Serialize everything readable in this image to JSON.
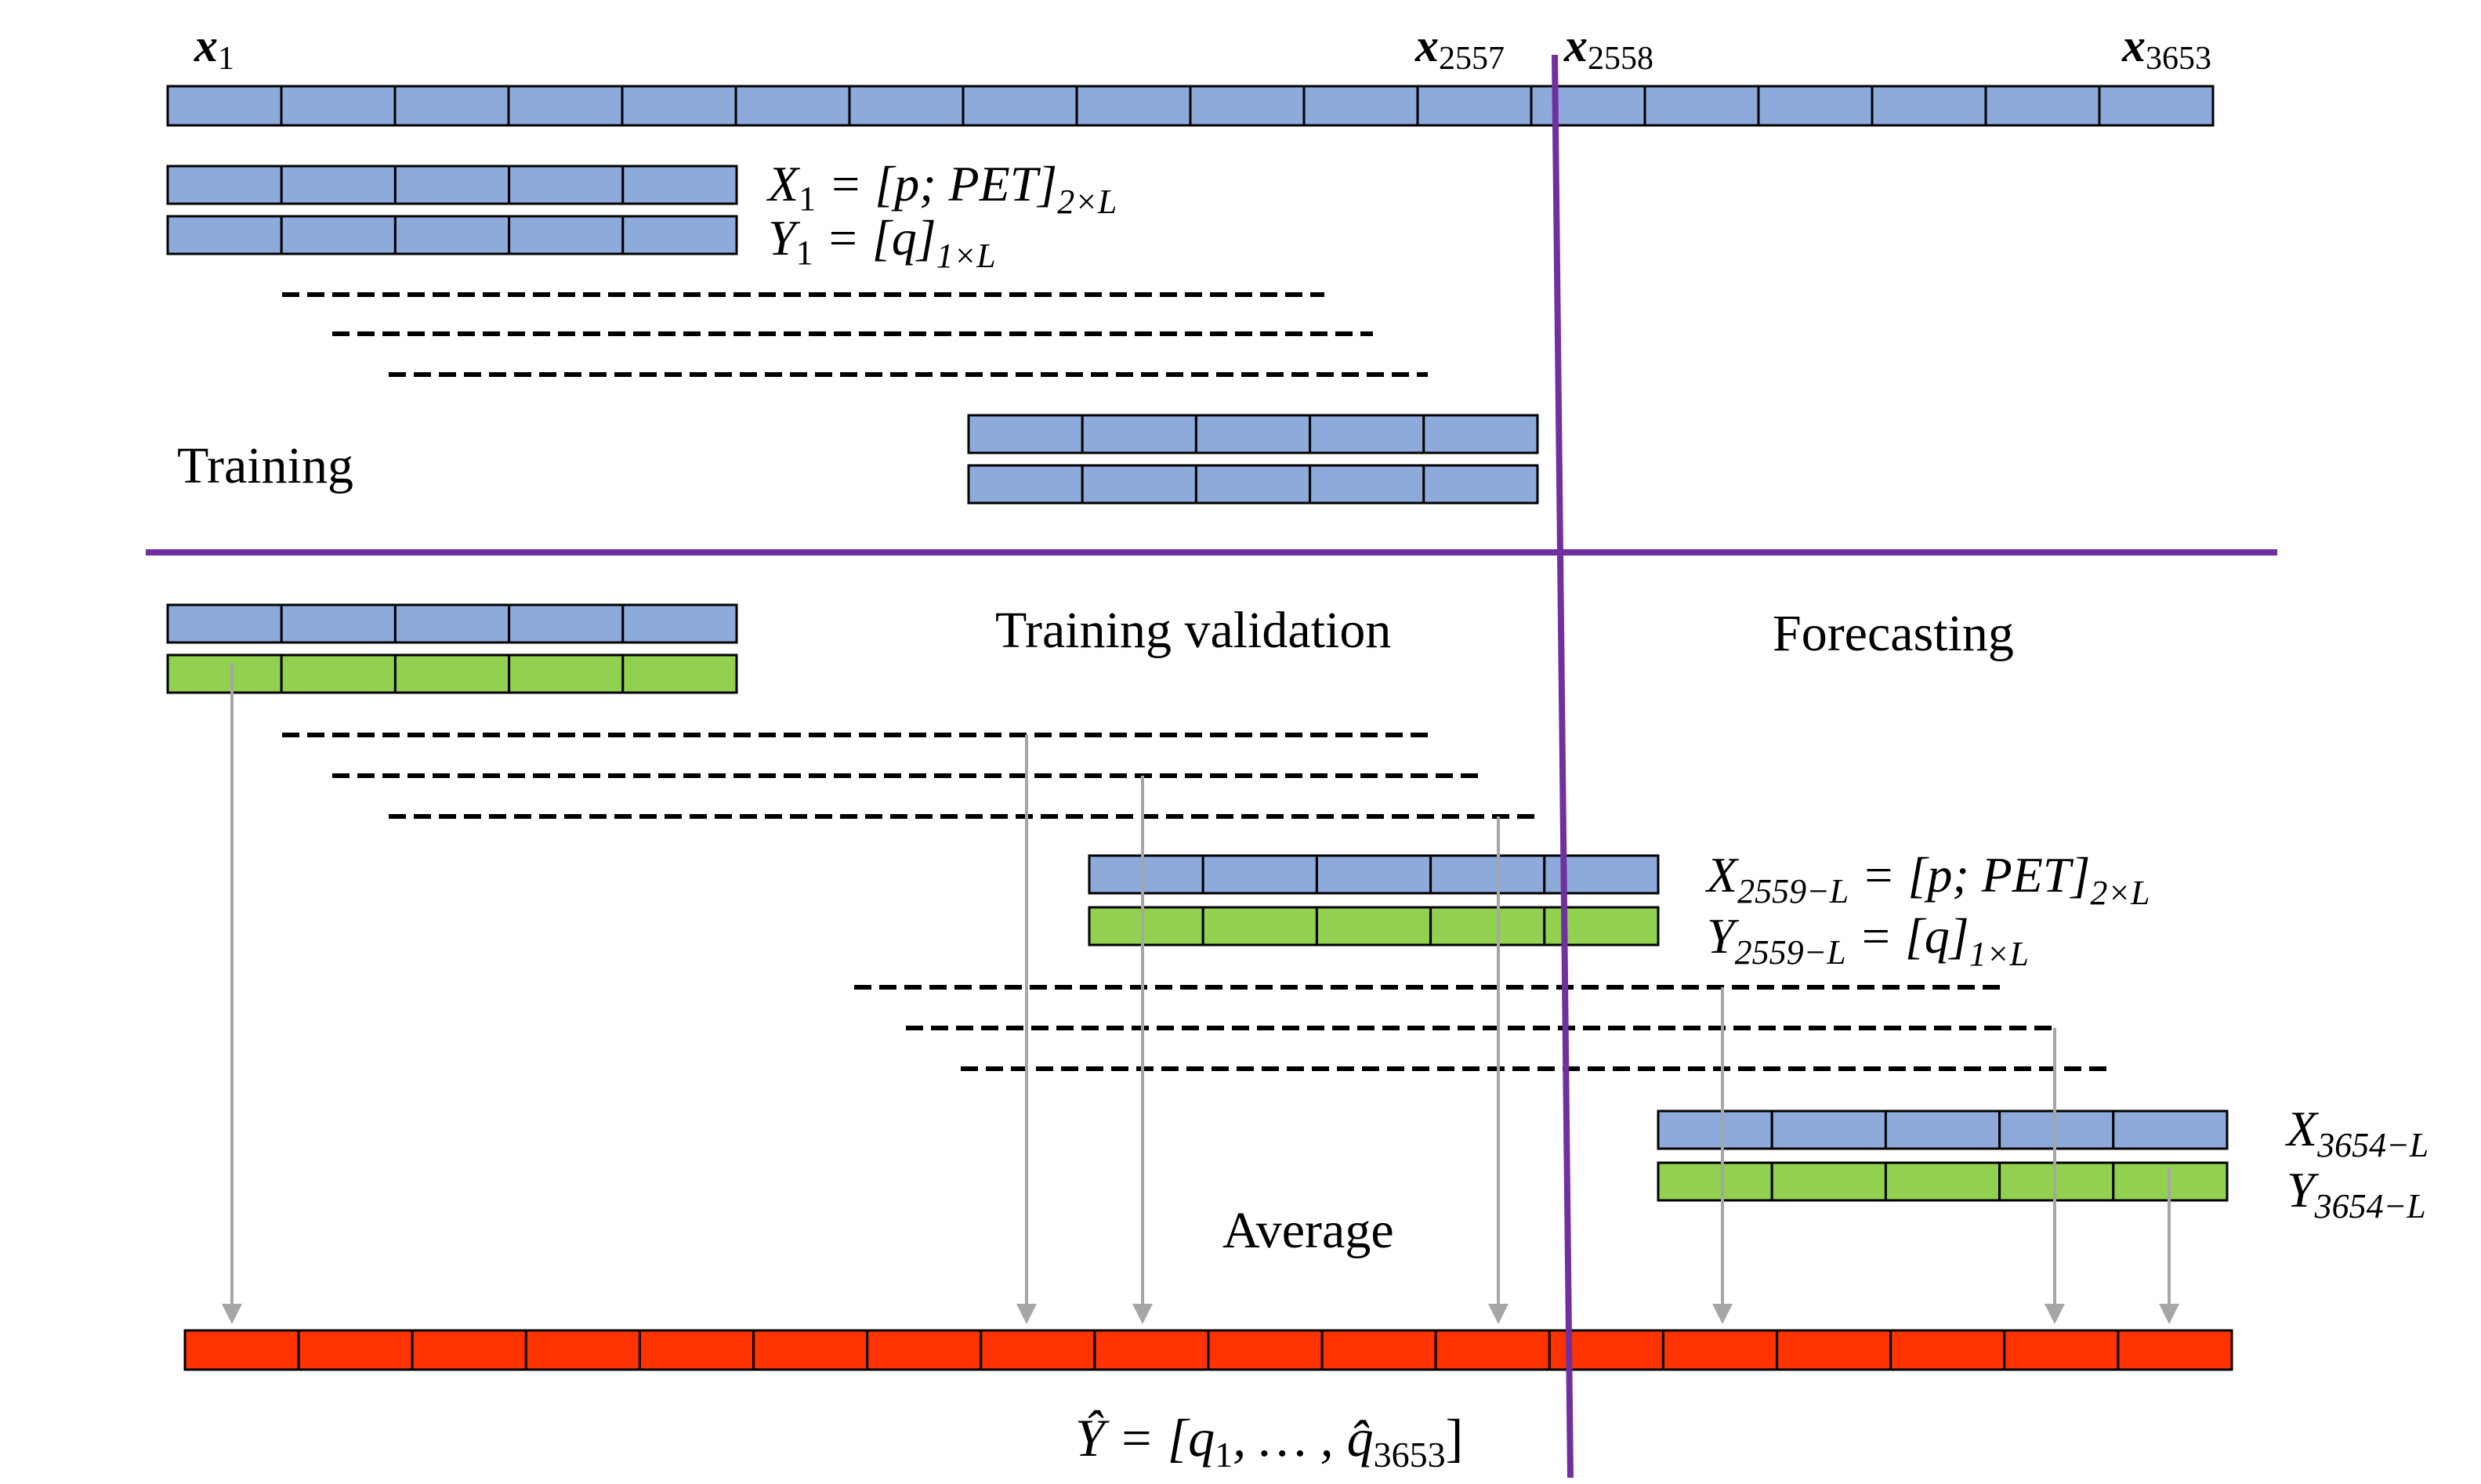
{
  "colors": {
    "blue": "#8eaadb",
    "green": "#92d050",
    "red": "#ff3300",
    "purple": "#7030a0",
    "arrow": "#a6a6a6",
    "outline": "#000000"
  },
  "top_labels": {
    "x1": {
      "base": "x",
      "sub": "1"
    },
    "x2557": {
      "base": "x",
      "sub": "2557"
    },
    "x2558": {
      "base": "x",
      "sub": "2558"
    },
    "x3653": {
      "base": "x",
      "sub": "3653"
    }
  },
  "formulas": {
    "X1": {
      "lhs": "X",
      "lhs_sub": "1",
      "rhs": "= [p; PET]",
      "rhs_sub": "2×L"
    },
    "Y1": {
      "lhs": "Y",
      "lhs_sub": "1",
      "rhs": "= [q]",
      "rhs_sub": "1×L"
    },
    "X2559": {
      "lhs": "X",
      "lhs_sub": "2559−L",
      "rhs": "= [p; PET]",
      "rhs_sub": "2×L"
    },
    "Y2559": {
      "lhs": "Y",
      "lhs_sub": "2559−L",
      "rhs": "= [q]",
      "rhs_sub": "1×L"
    },
    "X3654": {
      "lhs": "X",
      "lhs_sub": "3654−L"
    },
    "Y3654": {
      "lhs": "Y",
      "lhs_sub": "3654−L"
    },
    "Yhat": {
      "text": "Ŷ = [q",
      "sub1": "1",
      "mid": ", … , q̂",
      "sub2": "3653",
      "end": "]"
    }
  },
  "section_labels": {
    "training": "Training",
    "training_validation": "Training validation",
    "forecasting": "Forecasting",
    "average": "Average"
  }
}
